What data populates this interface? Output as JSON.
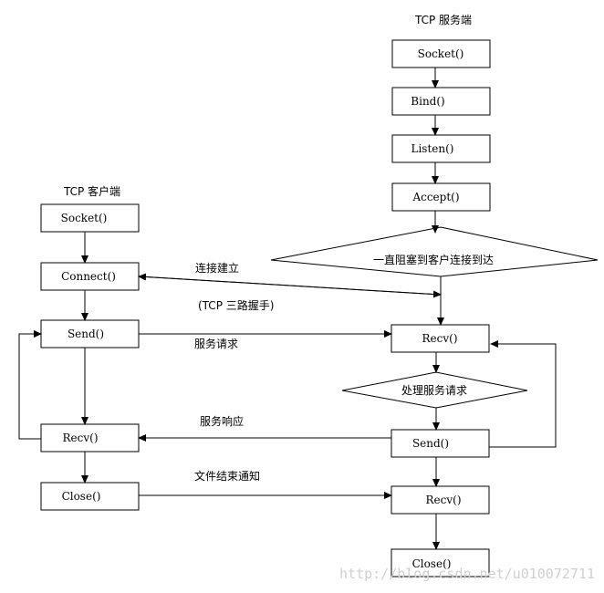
{
  "server": {
    "title": "TCP 服务端",
    "socket": "Socket()",
    "bind": "Bind()",
    "listen": "Listen()",
    "accept": "Accept()",
    "block_wait": "一直阻塞到客户连接到达",
    "recv1": "Recv()",
    "process": "处理服务请求",
    "send": "Send()",
    "recv2": "Recv()",
    "close": "Close()"
  },
  "client": {
    "title": "TCP 客户端",
    "socket": "Socket()",
    "connect": "Connect()",
    "send": "Send()",
    "recv": "Recv()",
    "close": "Close()"
  },
  "messages": {
    "connect_established": "连接建立",
    "three_way": "(TCP 三路握手)",
    "service_request": "服务请求",
    "service_response": "服务响应",
    "eof_notice": "文件结束通知"
  },
  "watermark": "http://blog.csdn.net/u010072711"
}
